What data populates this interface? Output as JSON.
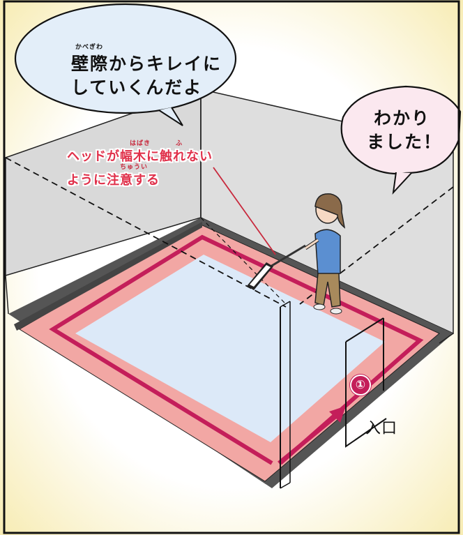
{
  "speech_main": {
    "ruby": "かべぎわ",
    "line1": "壁際からキレイに",
    "line2": "していくんだよ"
  },
  "speech_reply": {
    "line1": "わかり",
    "line2": "ました！"
  },
  "note": {
    "ruby_haba": "はばき",
    "ruby_fu": "ふ",
    "line1": "ヘッドが幅木に触れない",
    "ruby_chuui": "ちゅうい",
    "line2": "ように注意する"
  },
  "step_marker": "①",
  "entrance_label": "入口",
  "colors": {
    "border_zone": "#f2a7a4",
    "floor": "#dce9f8",
    "path": "#c41e5a",
    "wall": "#dedede",
    "note_text": "#e0304a",
    "bubble_main": "#e3eef9",
    "bubble_reply": "#fbe8ef"
  }
}
